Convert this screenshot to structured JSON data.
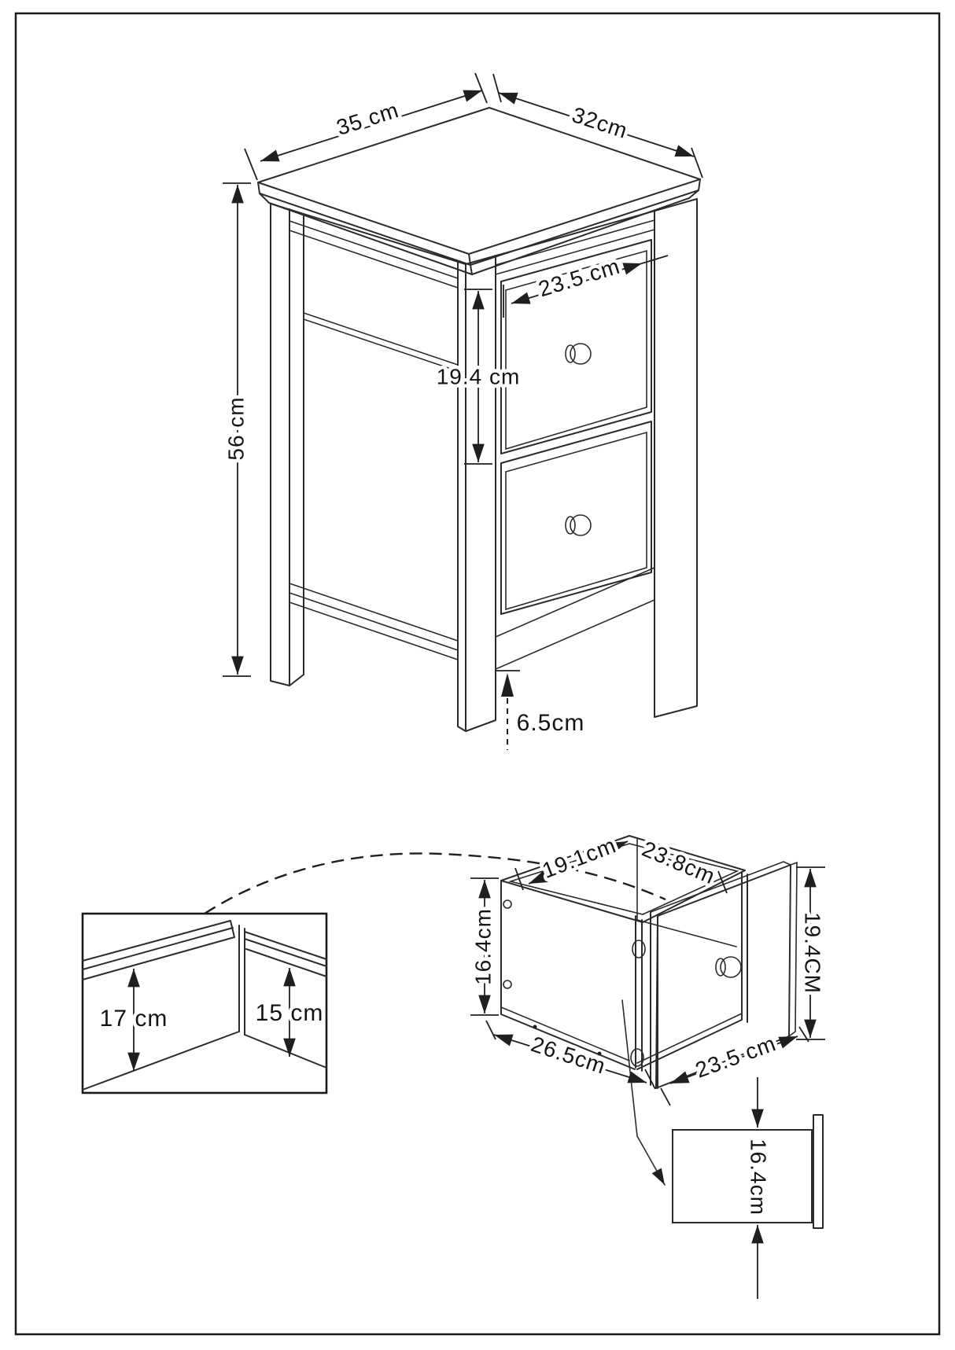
{
  "diagram": {
    "type": "furniture-assembly-dimension-drawing",
    "subject": "two-drawer bedside cabinet",
    "line_color": "#2b2b2b",
    "background_color": "#ffffff"
  },
  "annotations": {
    "overall": {
      "depth": "35 cm",
      "width": "32cm",
      "height": "56 cm",
      "drawer_front_width": "23.5 cm",
      "drawer_front_height": "19.4 cm",
      "floor_clearance": "6.5cm"
    },
    "drawer": {
      "inner_depth": "19.1cm",
      "inner_width": "23.8cm",
      "side_height": "16.4cm",
      "front_height": "19.4CM",
      "outer_depth": "26.5cm",
      "front_width": "23.5 cm"
    },
    "interior": {
      "back_panel_height": "17 cm",
      "side_panel_height": "15 cm"
    },
    "side_panel": {
      "height": "16.4cm"
    }
  }
}
